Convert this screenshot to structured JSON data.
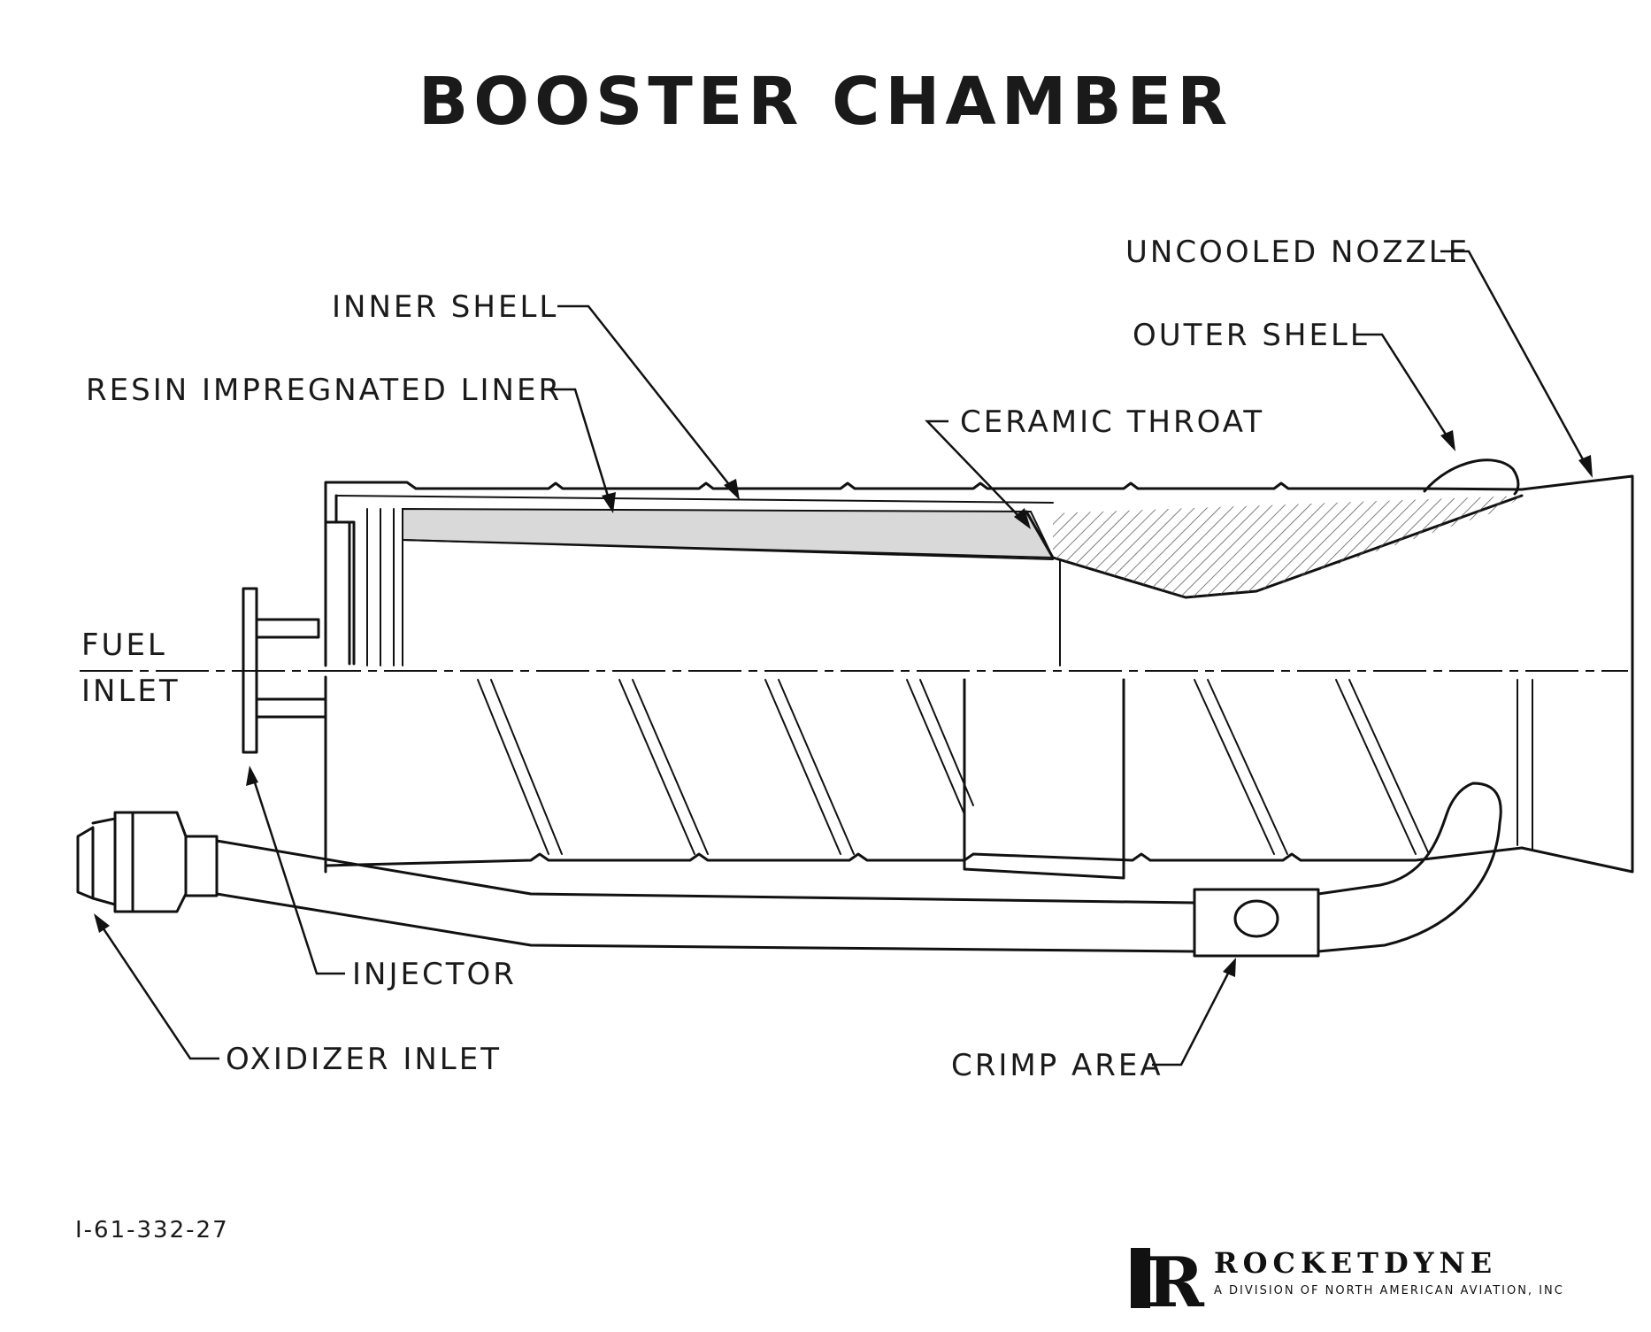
{
  "title": "BOOSTER CHAMBER",
  "labels": {
    "uncooled_nozzle": "UNCOOLED NOZZLE",
    "inner_shell": "INNER SHELL",
    "outer_shell": "OUTER SHELL",
    "resin_liner": "RESIN IMPREGNATED LINER",
    "ceramic_throat": "CERAMIC THROAT",
    "fuel_inlet_line1": "FUEL",
    "fuel_inlet_line2": "INLET",
    "injector": "INJECTOR",
    "oxidizer_inlet": "OXIDIZER INLET",
    "crimp_area": "CRIMP AREA"
  },
  "drawing_number": "I-61-332-27",
  "brand": {
    "logo_letter": "R",
    "name": "ROCKETDYNE",
    "tagline": "A DIVISION OF NORTH AMERICAN AVIATION, INC"
  },
  "colors": {
    "ink": "#111111",
    "liner_fill": "#d9d9d9"
  }
}
